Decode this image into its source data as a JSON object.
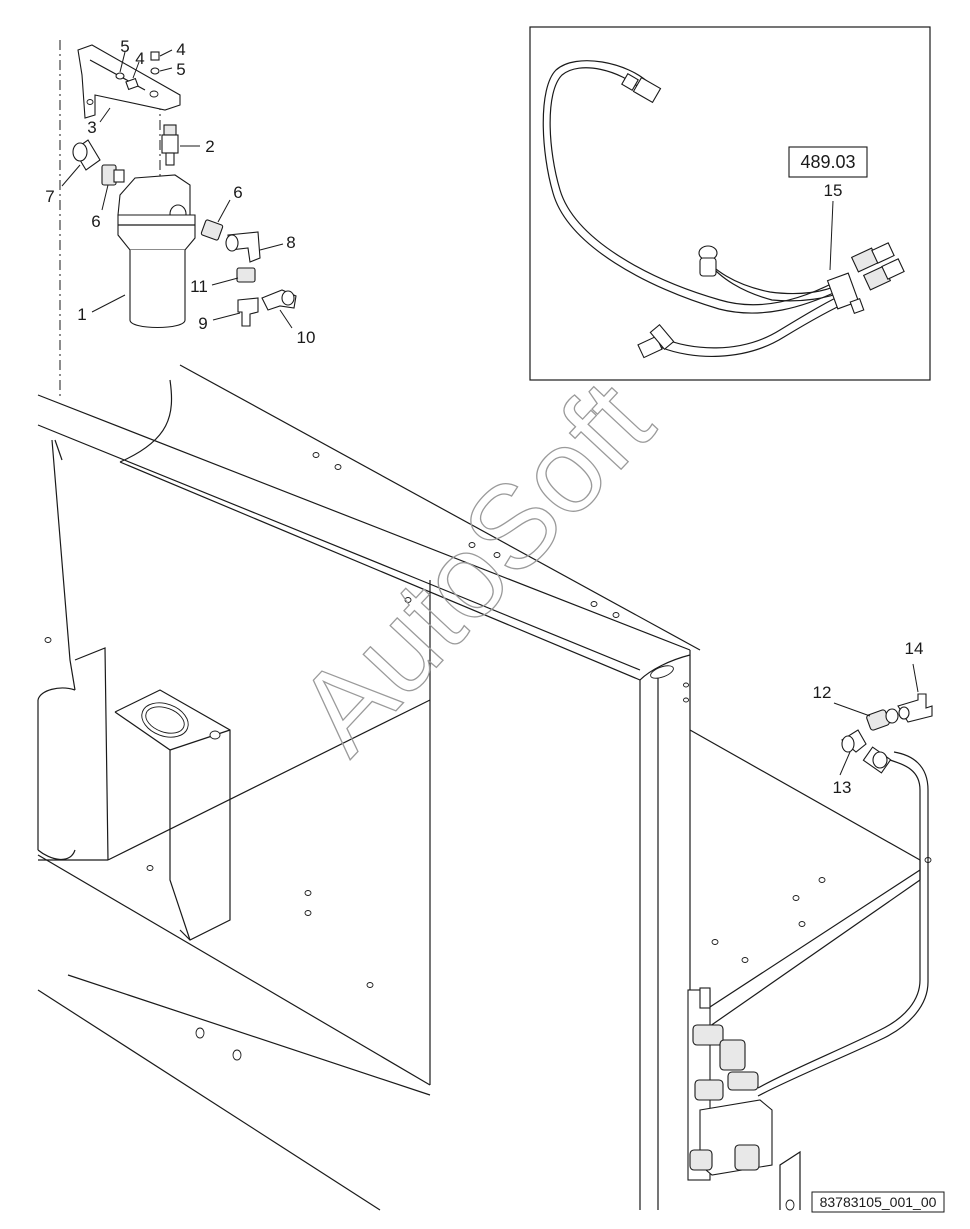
{
  "diagram": {
    "callouts": {
      "c1": "1",
      "c2": "2",
      "c3": "3",
      "c4a": "4",
      "c4b": "4",
      "c5a": "5",
      "c5b": "5",
      "c6a": "6",
      "c6b": "6",
      "c7": "7",
      "c8": "8",
      "c9": "9",
      "c10": "10",
      "c11": "11",
      "c12": "12",
      "c13": "13",
      "c14": "14",
      "c15": "15"
    },
    "reference_box": "489.03",
    "watermark": "AutoSoft",
    "document_id": "83783105_001_00"
  }
}
